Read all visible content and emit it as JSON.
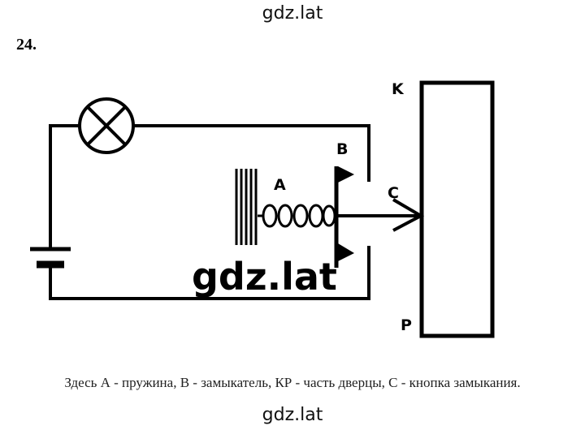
{
  "watermark_top": "gdz.lat",
  "watermark_center": "gdz.lat",
  "watermark_bottom": "gdz.lat",
  "problem_number": "24.",
  "labels": {
    "a": "A",
    "b": "B",
    "c": "C",
    "k": "K",
    "p": "P"
  },
  "caption": "Здесь А - пружина, В - замыкатель, КР - часть дверцы, С - кнопка замыкания."
}
